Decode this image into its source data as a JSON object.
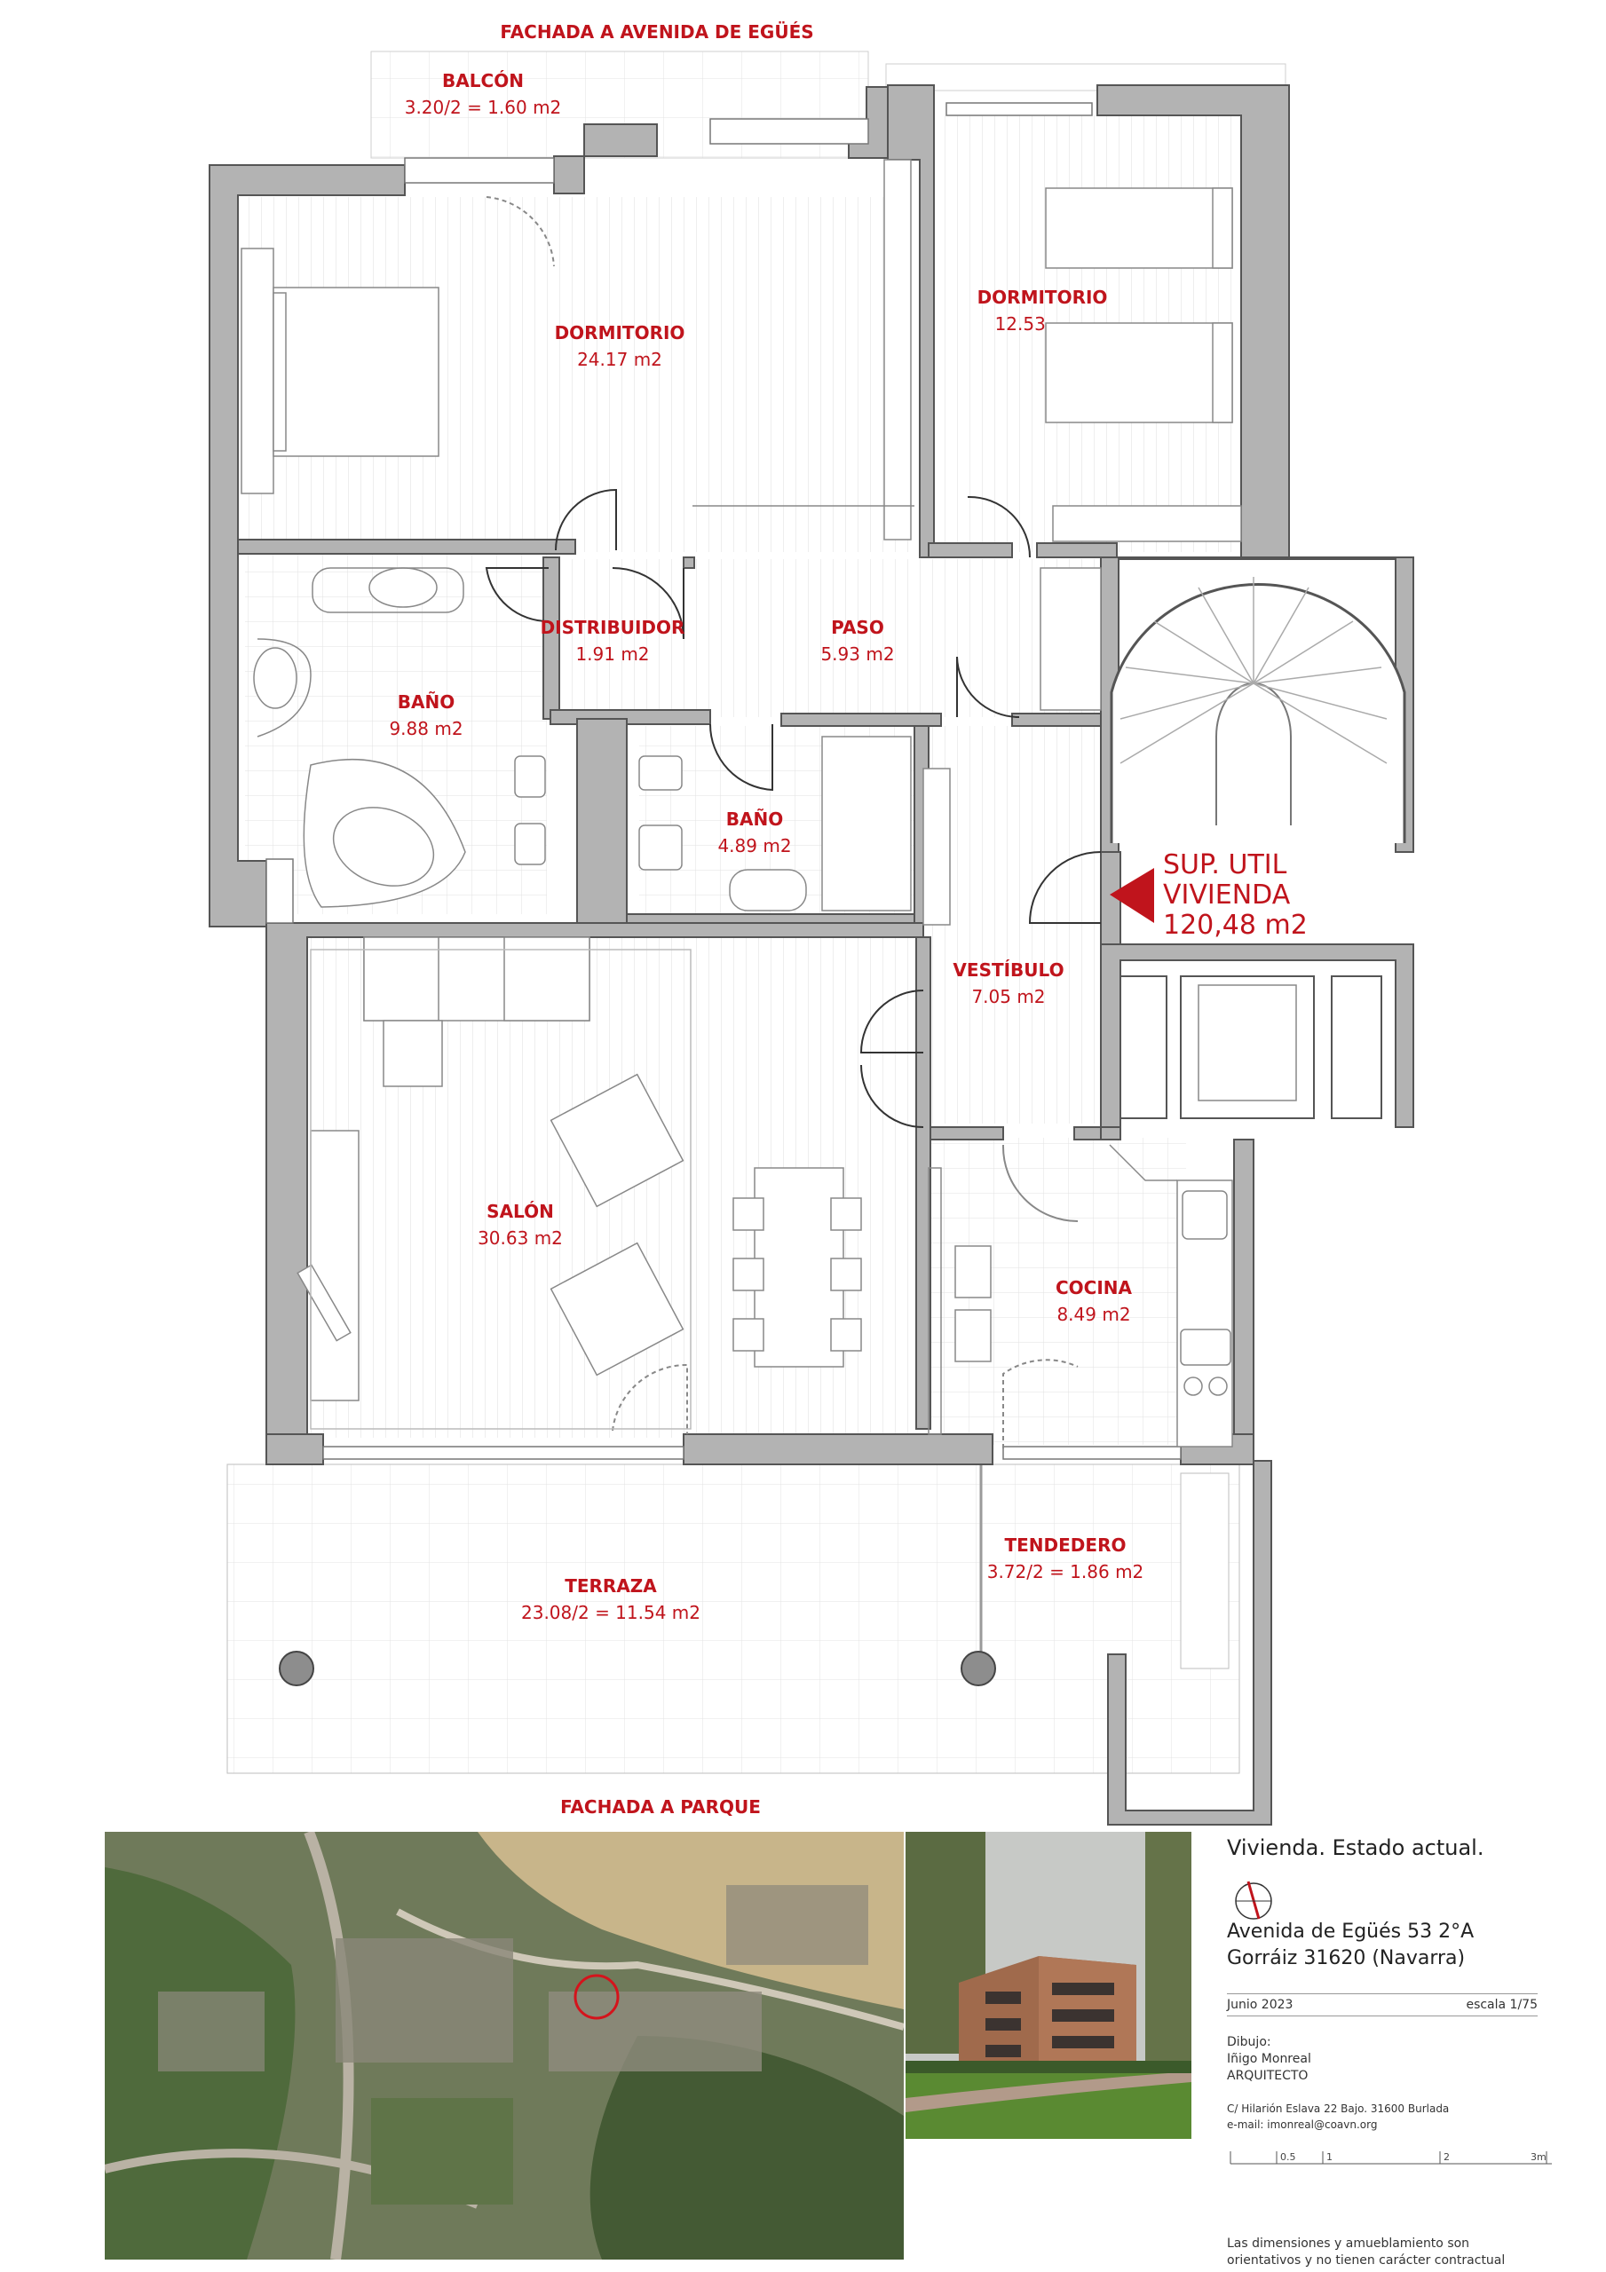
{
  "facades": {
    "top": "FACHADA A AVENIDA DE EGÜÉS",
    "bottom": "FACHADA A PARQUE"
  },
  "rooms": {
    "balcon": {
      "name": "BALCÓN",
      "area": "3.20/2 = 1.60 m2"
    },
    "dormitorio1": {
      "name": "DORMITORIO",
      "area": "24.17 m2"
    },
    "dormitorio2": {
      "name": "DORMITORIO",
      "area": "12.53"
    },
    "distribuidor": {
      "name": "DISTRIBUIDOR",
      "area": "1.91 m2"
    },
    "paso": {
      "name": "PASO",
      "area": "5.93 m2"
    },
    "bano1": {
      "name": "BAÑO",
      "area": "9.88 m2"
    },
    "bano2": {
      "name": "BAÑO",
      "area": "4.89 m2"
    },
    "vestibulo": {
      "name": "VESTÍBULO",
      "area": "7.05 m2"
    },
    "salon": {
      "name": "SALÓN",
      "area": "30.63 m2"
    },
    "cocina": {
      "name": "COCINA",
      "area": "8.49 m2"
    },
    "tendedero": {
      "name": "TENDEDERO",
      "area": "3.72/2 = 1.86 m2"
    },
    "terraza": {
      "name": "TERRAZA",
      "area": "23.08/2 = 11.54 m2"
    }
  },
  "summary": {
    "line1": "SUP. UTIL",
    "line2": "VIVIENDA",
    "line3": "120,48 m2"
  },
  "info": {
    "title": "Vivienda. Estado actual.",
    "address1": "Avenida de Egüés 53 2°A",
    "address2": "Gorráiz 31620 (Navarra)",
    "date": "Junio 2023",
    "scale": "escala 1/75",
    "drawn_label": "Dibujo:",
    "author": "Iñigo Monreal",
    "role": "ARQUITECTO",
    "office": "C/ Hilarión Eslava 22 Bajo. 31600 Burlada",
    "email": "e-mail: imonreal@coavn.org",
    "scale_ticks": [
      "0.5",
      "1",
      "2",
      "3m"
    ],
    "disclaimer1": "Las dimensiones y amueblamiento son",
    "disclaimer2": "orientativos y no tienen carácter contractual"
  },
  "colors": {
    "accent": "#c0141c",
    "wall": "#b3b3b3",
    "wall_stroke": "#555555"
  }
}
